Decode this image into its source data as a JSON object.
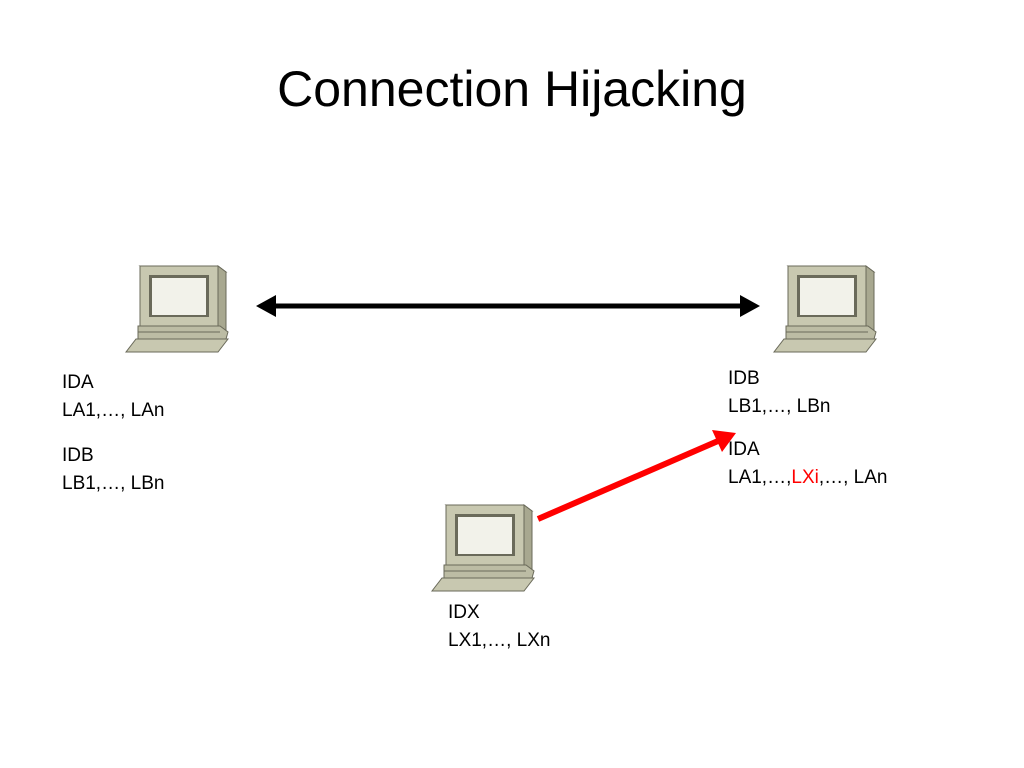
{
  "title": "Connection Hijacking",
  "colors": {
    "highlight": "#ff0000",
    "attack_arrow": "#ff0000",
    "link_arrow": "#000000",
    "computer_body": "#c8c8b0",
    "computer_screen": "#f2f2ea"
  },
  "icons": [
    "computer-icon",
    "computer-icon",
    "computer-icon"
  ],
  "host_a": {
    "own": {
      "id": "IDA",
      "locators": "LA1,…, LAn"
    },
    "peer": {
      "id": "IDB",
      "locators": "LB1,…, LBn"
    }
  },
  "host_b": {
    "own": {
      "id": "IDB",
      "locators": "LB1,…, LBn"
    },
    "peer": {
      "id": "IDA",
      "locators_before": "LA1,…,",
      "locators_injected": "LXi",
      "locators_after": ",…, LAn"
    }
  },
  "attacker": {
    "id": "IDX",
    "locators": "LX1,…, LXn"
  }
}
